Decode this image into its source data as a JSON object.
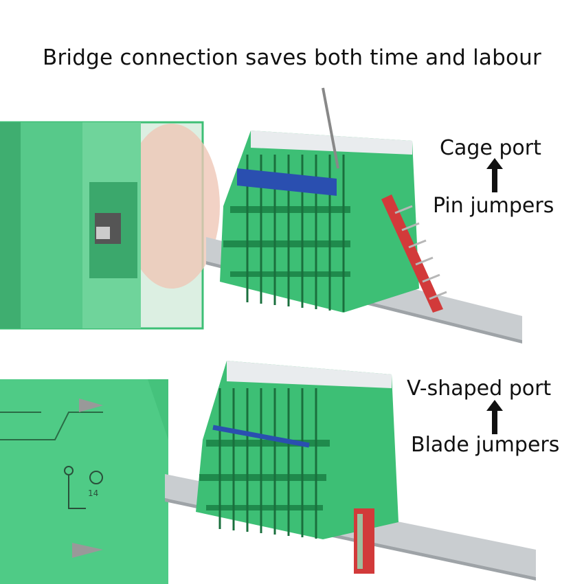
{
  "headline": "Bridge connection saves both time and labour",
  "top_panel": {
    "port_label": "Cage port",
    "jumper_label": "Pin jumpers",
    "arrow_icon": "up-arrow-icon"
  },
  "bottom_panel": {
    "port_label": "V-shaped port",
    "jumper_label": "Blade jumpers",
    "arrow_icon": "up-arrow-icon"
  },
  "detail_label": "14",
  "colors": {
    "terminal_green": "#3dbf75",
    "terminal_dark": "#1f8a4c",
    "jumper_red": "#d23a3a",
    "jumper_blue": "#2a4fb0",
    "rail_gray": "#bfc3c6"
  }
}
